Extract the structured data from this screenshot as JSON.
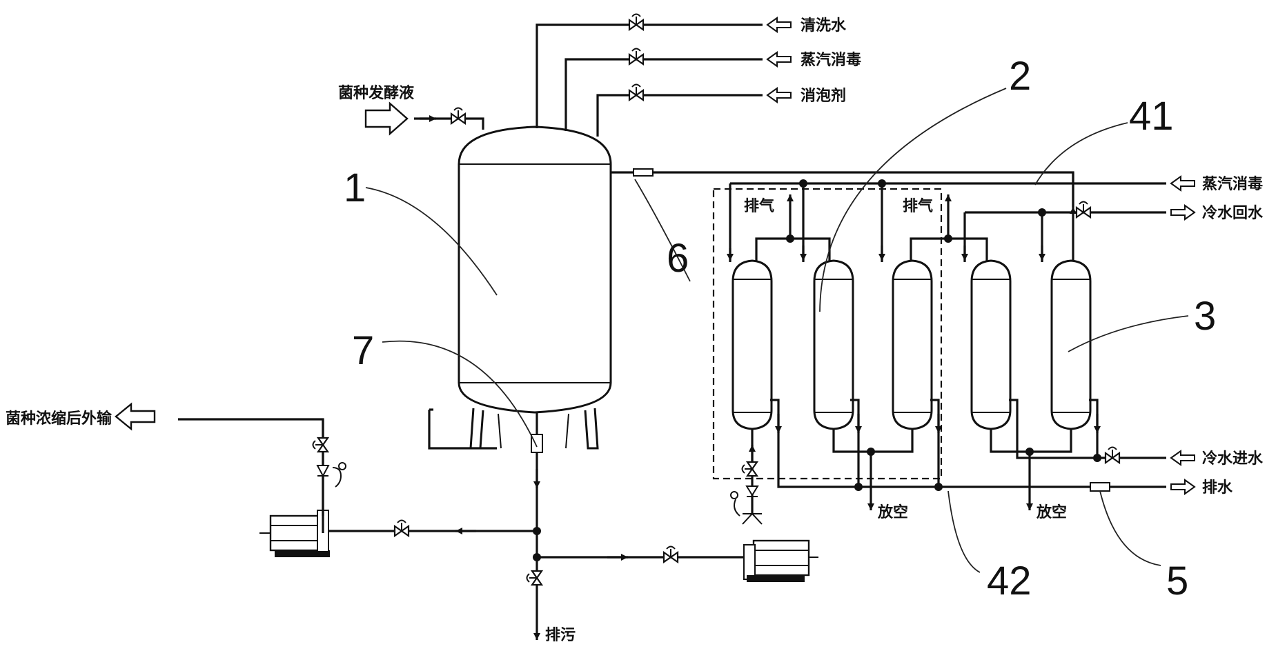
{
  "labels": {
    "wash_water": "清洗水",
    "steam_sterilize_top": "蒸汽消毒",
    "defoamer": "消泡剂",
    "seed_broth": "菌种发酵液",
    "steam_sterilize_right": "蒸汽消毒",
    "cold_water_return": "冷水回水",
    "cold_water_in": "冷水进水",
    "drain": "排水",
    "sewage": "排污",
    "exhaust_1": "排气",
    "exhaust_2": "排气",
    "vent_1": "放空",
    "vent_2": "放空",
    "concentrate_out": "菌种浓缩后外输"
  },
  "part_numbers": {
    "tank": "1",
    "membrane": "2",
    "filter": "3",
    "pipe_41": "41",
    "pipe_42": "42",
    "meter_5": "5",
    "meter_6": "6",
    "meter_7": "7"
  }
}
